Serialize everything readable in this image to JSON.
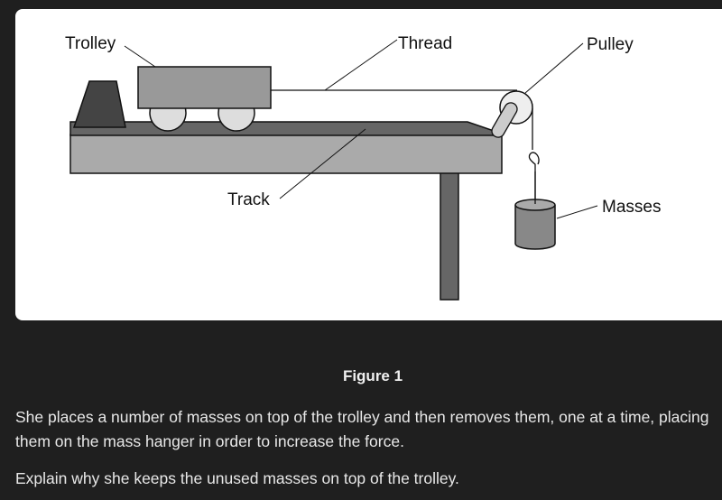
{
  "figure": {
    "labels": {
      "trolley": "Trolley",
      "thread": "Thread",
      "pulley": "Pulley",
      "track": "Track",
      "masses": "Masses"
    },
    "caption": "Figure 1"
  },
  "paragraphs": [
    "She places a number of masses on top of the trolley and then removes them, one at a time, placing them on the mass hanger in order to increase the force.",
    "Explain why she keeps the unused masses on top of the trolley."
  ]
}
